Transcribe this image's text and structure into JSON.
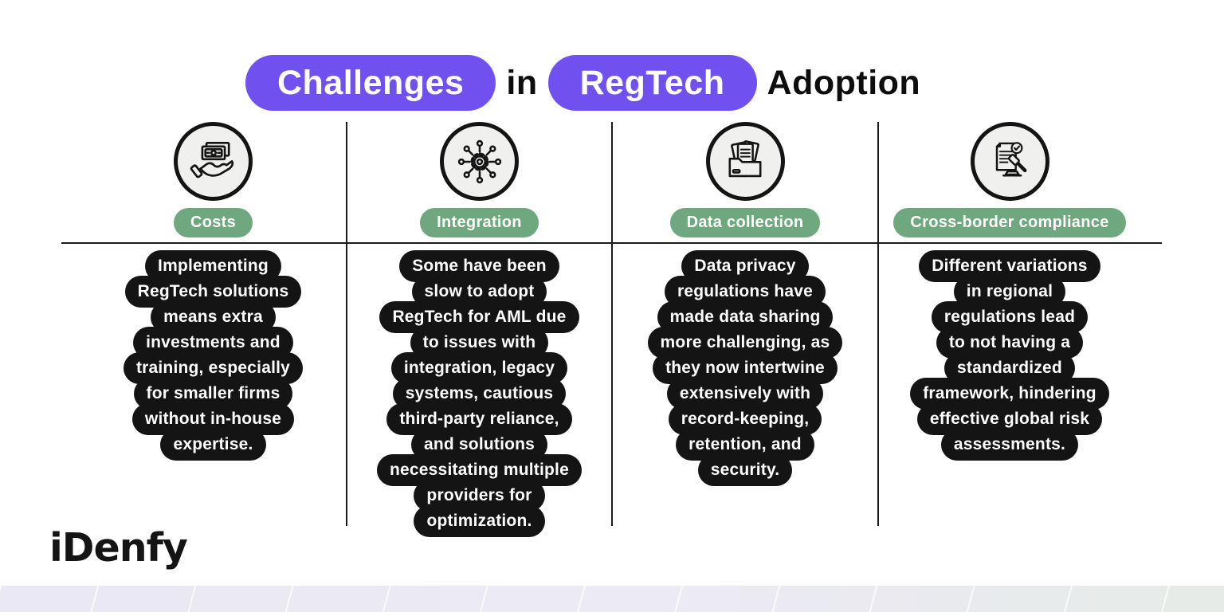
{
  "title": {
    "highlight1": "Challenges",
    "connector": "in",
    "highlight2": "RegTech",
    "suffix": "Adoption"
  },
  "columns": [
    {
      "icon": "money-hand-icon",
      "label": "Costs",
      "text_lines": [
        "Implementing",
        "RegTech solutions",
        "means extra",
        "investments and",
        "training, especially",
        "for smaller firms",
        "without in-house",
        "expertise."
      ]
    },
    {
      "icon": "gear-network-icon",
      "label": "Integration",
      "text_lines": [
        "Some have been",
        "slow to adopt",
        "RegTech for AML due",
        "to issues with",
        "integration, legacy",
        "systems, cautious",
        "third-party reliance,",
        "and solutions",
        "necessitating multiple",
        "providers for",
        "optimization."
      ]
    },
    {
      "icon": "folder-documents-icon",
      "label": "Data collection",
      "text_lines": [
        "Data privacy",
        "regulations have",
        "made data sharing",
        "more challenging, as",
        "they now intertwine",
        "extensively with",
        "record-keeping,",
        "retention, and",
        "security."
      ]
    },
    {
      "icon": "document-gavel-icon",
      "label": "Cross-border compliance",
      "text_lines": [
        "Different variations",
        "in regional",
        "regulations lead",
        "to not having a",
        "standardized",
        "framework, hindering",
        "effective global risk",
        "assessments."
      ]
    }
  ],
  "footer": {
    "logo_text": "iDenfy"
  },
  "colors": {
    "purple": "#7150F0",
    "green": "#6FA87E",
    "black": "#141414",
    "circle_fill": "#F0F0EE",
    "band": "#EAE8F4"
  }
}
